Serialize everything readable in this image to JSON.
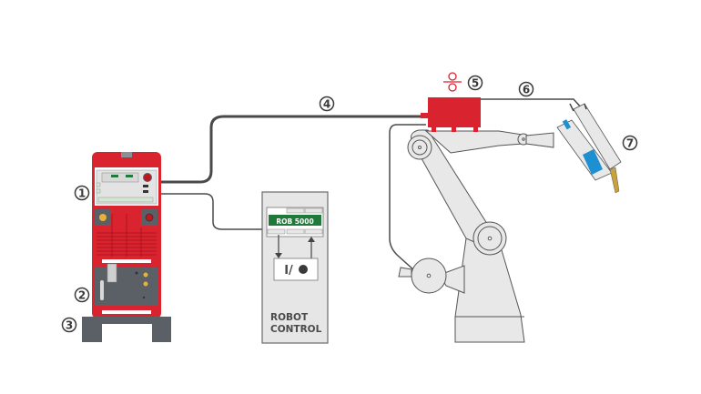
{
  "callouts": [
    "1",
    "2",
    "3",
    "4",
    "5",
    "6",
    "7"
  ],
  "robot_control": {
    "module_label": "ROB 5000",
    "io_label": "I/",
    "title_line1": "ROBOT",
    "title_line2": "CONTROL"
  },
  "colors": {
    "brand_red": "#d9232e",
    "dark_grey": "#5a6066",
    "light_grey": "#e8e8e8",
    "outline": "#555555",
    "module_green": "#1f7a3a",
    "torch_blue": "#1e8fd0",
    "cable": "#4a4a4a"
  }
}
